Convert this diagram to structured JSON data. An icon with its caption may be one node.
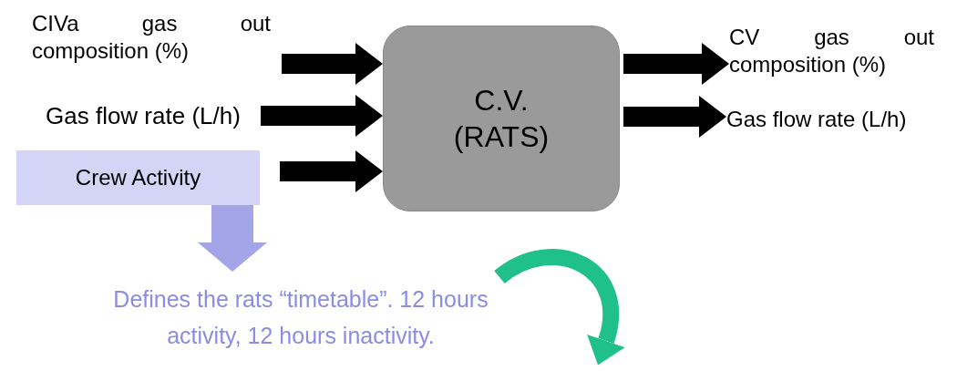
{
  "diagram": {
    "nodes": [
      {
        "text": [
          "CIVa gas out composition (%)"
        ]
      },
      {
        "text": [
          "Gas flow rate (L/h)"
        ]
      },
      {
        "text": [
          "Crew Activity"
        ]
      },
      {
        "text": [
          "C.V. (RATS)"
        ]
      },
      {
        "text": [
          "CV gas out composition (%)"
        ]
      },
      {
        "text": [
          "Gas flow rate (L/h)"
        ]
      },
      {
        "text": [
          "Defines the rats “timetable”. 12 hours activity, 12 hours inactivity."
        ]
      }
    ],
    "edges": [
      {
        "from": 0,
        "to": 3,
        "arrow": "to"
      },
      {
        "from": 1,
        "to": 3,
        "arrow": "to"
      },
      {
        "from": 2,
        "to": 3,
        "arrow": "to"
      },
      {
        "from": 3,
        "to": 4,
        "arrow": "to"
      },
      {
        "from": 3,
        "to": 5,
        "arrow": "to"
      },
      {
        "from": 2,
        "to": 6,
        "arrow": "to",
        "style": "thick",
        "color": "#a4a4e8"
      },
      {
        "from": 6,
        "to": null,
        "arrow": "to",
        "color": "#1fc08a"
      }
    ]
  }
}
